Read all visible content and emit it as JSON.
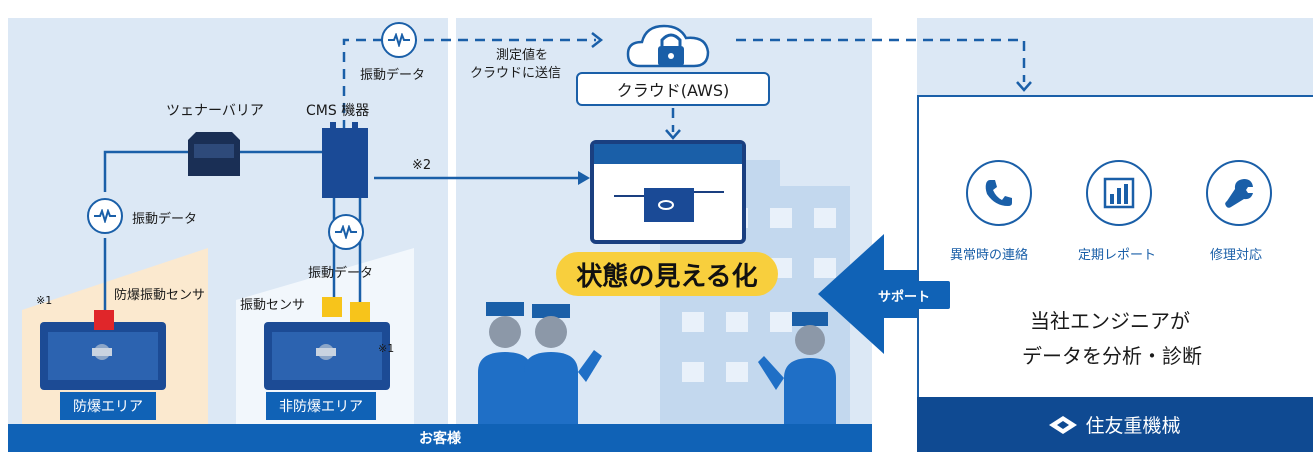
{
  "labels": {
    "measure_line1": "測定値を",
    "measure_line2": "クラウドに送信",
    "vib_data_top": "振動データ",
    "vib_data_left": "振動データ",
    "vib_data_mid": "振動データ",
    "zener_barrier": "ツェナーバリア",
    "cms_device": "CMS 機器",
    "note2": "※2",
    "note1_left": "※1",
    "note1_right": "※1",
    "explosion_sensor": "防爆振動センサ",
    "vib_sensor": "振動センサ",
    "explosion_area": "防爆エリア",
    "non_explosion_area": "非防爆エリア",
    "customer": "お客様",
    "cloud": "クラウド(AWS)",
    "visualization": "状態の見える化",
    "support": "サポート",
    "engineer_line1": "当社エンジニアが",
    "engineer_line2": "データを分析・診断",
    "brand": "住友重機械"
  },
  "services": [
    {
      "label": "異常時の連絡",
      "icon": "phone-icon"
    },
    {
      "label": "定期レポート",
      "icon": "bar-chart-icon"
    },
    {
      "label": "修理対応",
      "icon": "wrench-icon"
    }
  ],
  "colors": {
    "primary_blue": "#1062b6",
    "panel_bg": "#dce8f5",
    "dark_blue": "#0f4a92",
    "accent_yellow": "#f8cf3d",
    "sensor_red": "#e0262a",
    "sensor_yellow": "#f7c41b",
    "explosion_zone": "#fbe9cf"
  }
}
